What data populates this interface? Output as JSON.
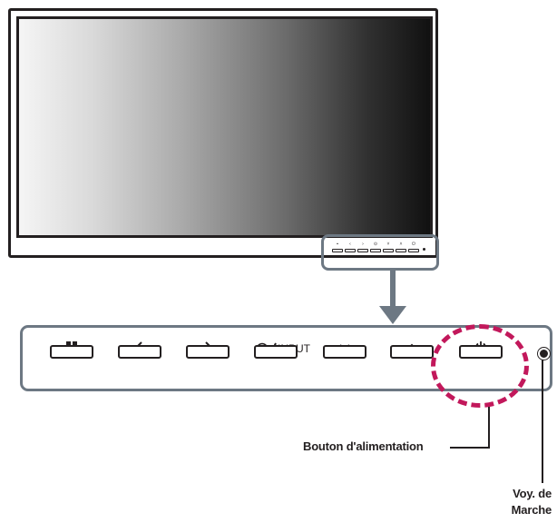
{
  "panel": {
    "buttons": [
      {
        "icon": "menu-grid-icon",
        "label": ""
      },
      {
        "icon": "chevron-left-icon",
        "label": ""
      },
      {
        "icon": "chevron-right-icon",
        "label": ""
      },
      {
        "icon": "input-icon",
        "label": "INPUT"
      },
      {
        "icon": "chevron-down-icon",
        "label": ""
      },
      {
        "icon": "chevron-up-icon",
        "label": ""
      },
      {
        "icon": "power-icon",
        "label": ""
      }
    ]
  },
  "callouts": {
    "power_button": "Bouton d'alimentation",
    "power_led_line1": "Voy. de",
    "power_led_line2": "Marche"
  },
  "colors": {
    "frame": "#231f20",
    "highlight": "#6d7883",
    "power_circle": "#c2185b"
  }
}
